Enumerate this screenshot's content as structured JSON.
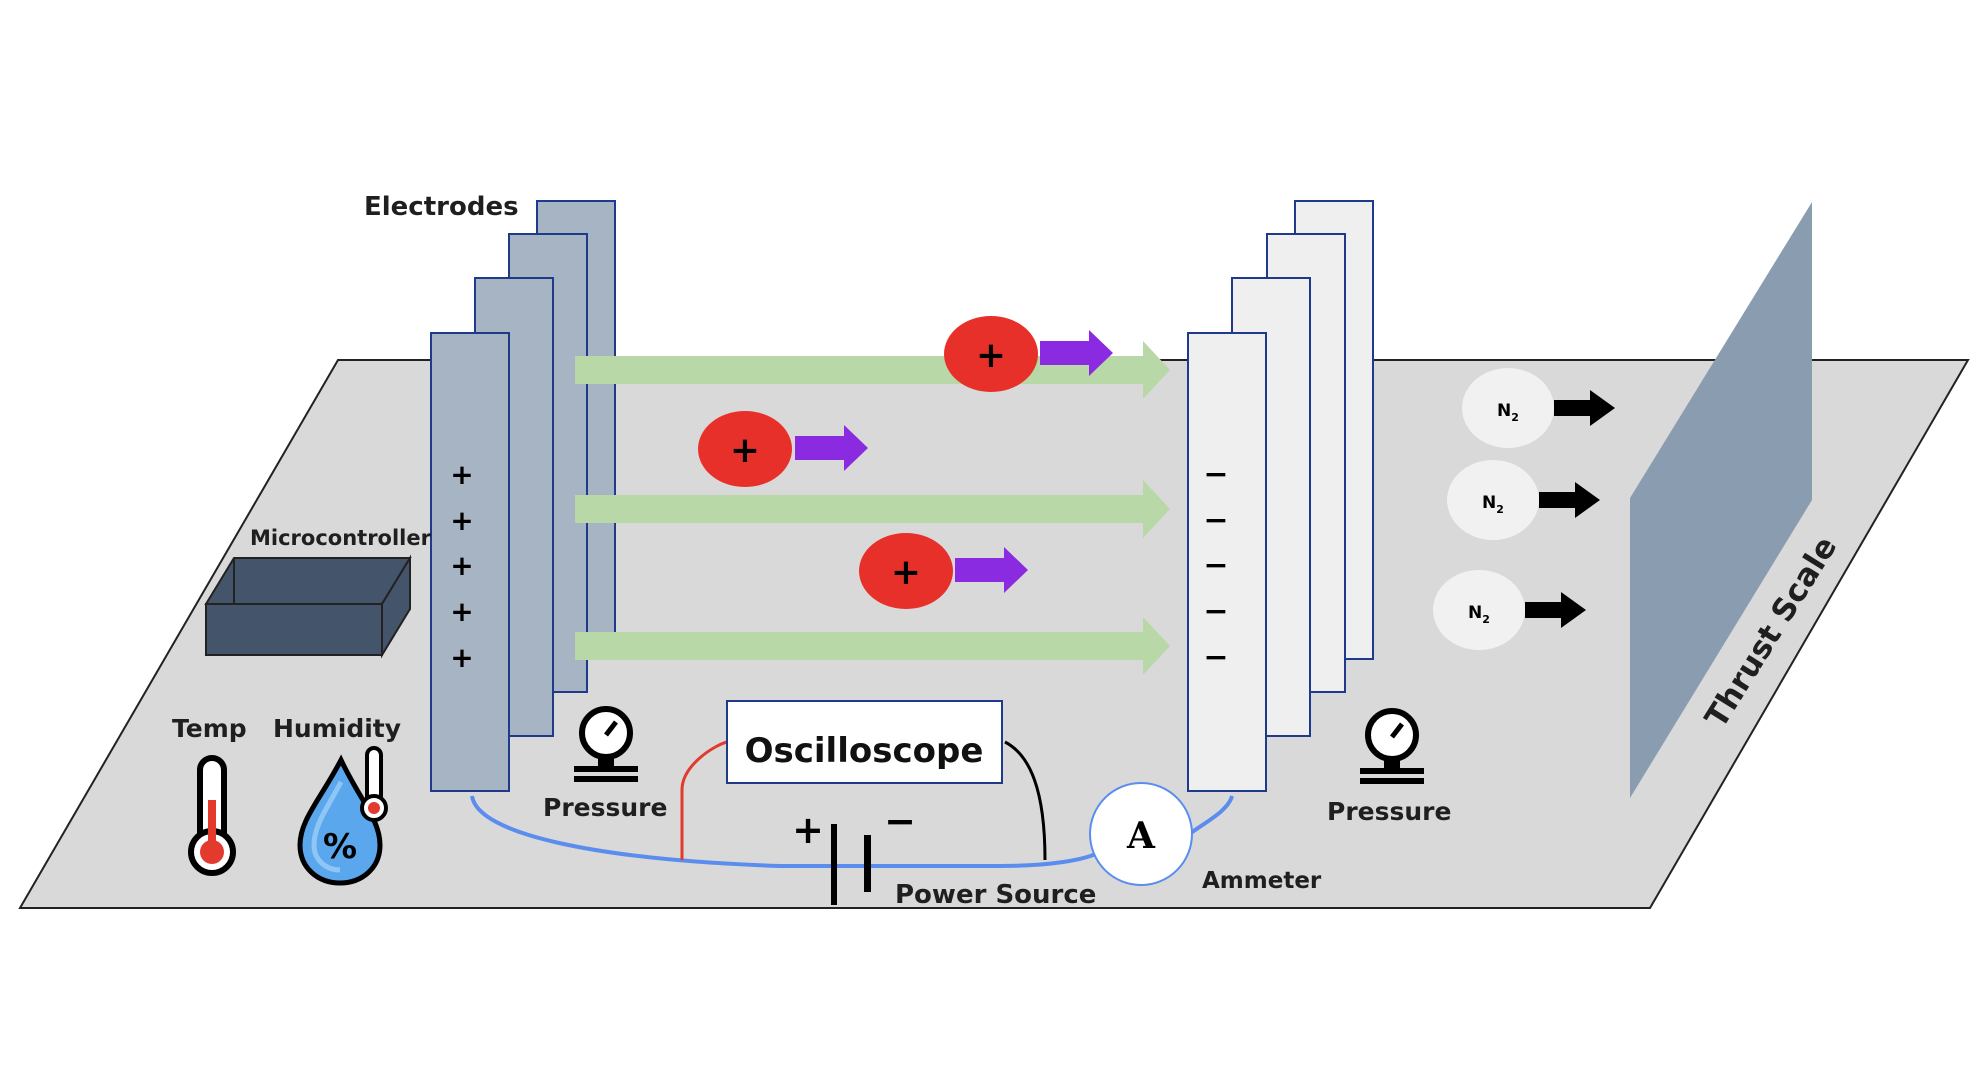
{
  "labels": {
    "electrodes": "Electrodes",
    "microcontroller": "Microcontroller",
    "temp": "Temp",
    "humidity": "Humidity",
    "pressure_left": "Pressure",
    "pressure_right": "Pressure",
    "oscilloscope": "Oscilloscope",
    "power_source": "Power Source",
    "ammeter": "Ammeter",
    "thrust_scale": "Thrust Scale",
    "ammeter_symbol": "A",
    "n2_main": "N",
    "n2_sub": "2",
    "battery_plus": "+",
    "battery_minus": "−",
    "ion_symbol": "+",
    "humidity_symbol": "%"
  },
  "anode_signs": [
    "+",
    "+",
    "+",
    "+",
    "+"
  ],
  "cathode_signs": [
    "−",
    "−",
    "−",
    "−",
    "−"
  ],
  "colors": {
    "platform": "#d9d9d9",
    "anode_plate": "#a7b4c3",
    "cathode_plate": "#efefef",
    "plate_border": "#1f3a8a",
    "flow_arrow": "#b9d8a8",
    "ion": "#e8302a",
    "ion_arrow": "#8a2be2",
    "thrust_scale": "#8a9cb0",
    "box": "#44546a",
    "wire_blue": "#5b8def",
    "wire_red": "#e23b2e",
    "n2_circle": "#f1f1f1",
    "droplet": "#5aa7ee"
  },
  "icons": [
    "thermometer-icon",
    "humidity-droplet-icon",
    "pressure-gauge-icon",
    "battery-icon",
    "ammeter-icon"
  ]
}
